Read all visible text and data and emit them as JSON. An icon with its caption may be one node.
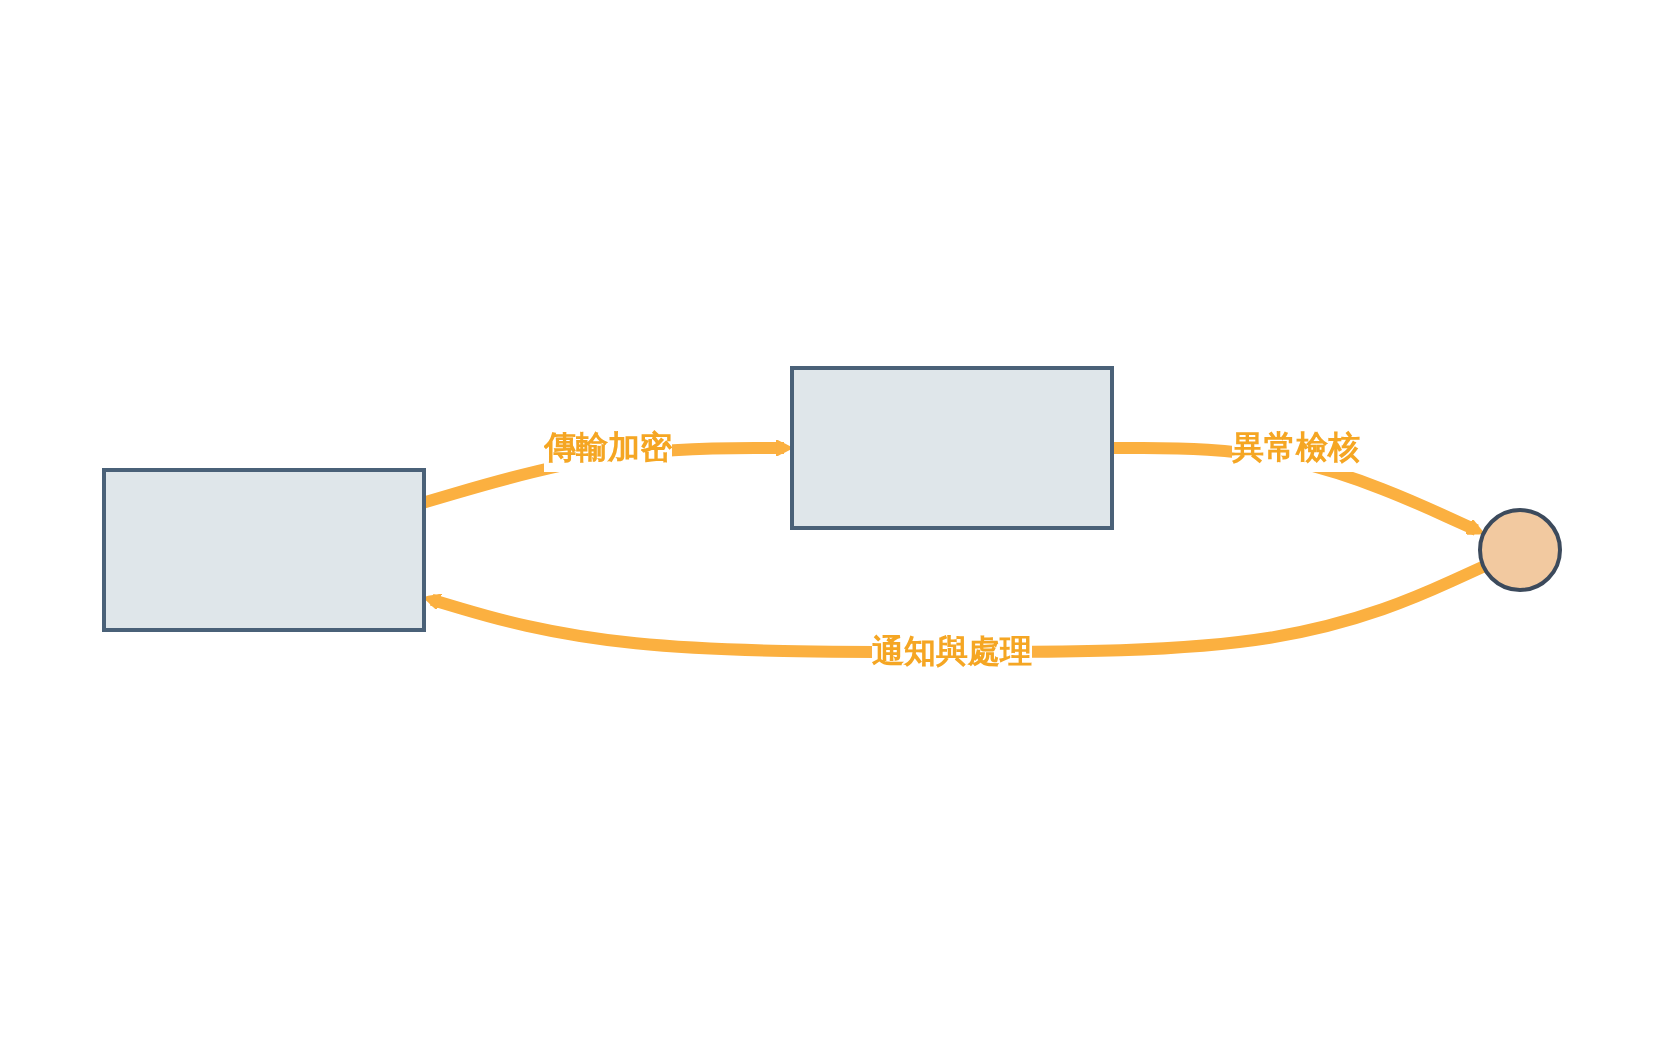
{
  "diagram": {
    "nodes": [
      {
        "text": [],
        "shape": "box"
      },
      {
        "text": [],
        "shape": "box"
      },
      {
        "text": [],
        "shape": "person"
      }
    ],
    "edges": [
      {
        "from": 0,
        "to": 1,
        "arrow": "to",
        "label": "傳輸加密"
      },
      {
        "from": 1,
        "to": 2,
        "arrow": "to",
        "label": "異常檢核"
      },
      {
        "from": 2,
        "to": 0,
        "arrow": "to",
        "label": "通知與處理"
      }
    ]
  }
}
